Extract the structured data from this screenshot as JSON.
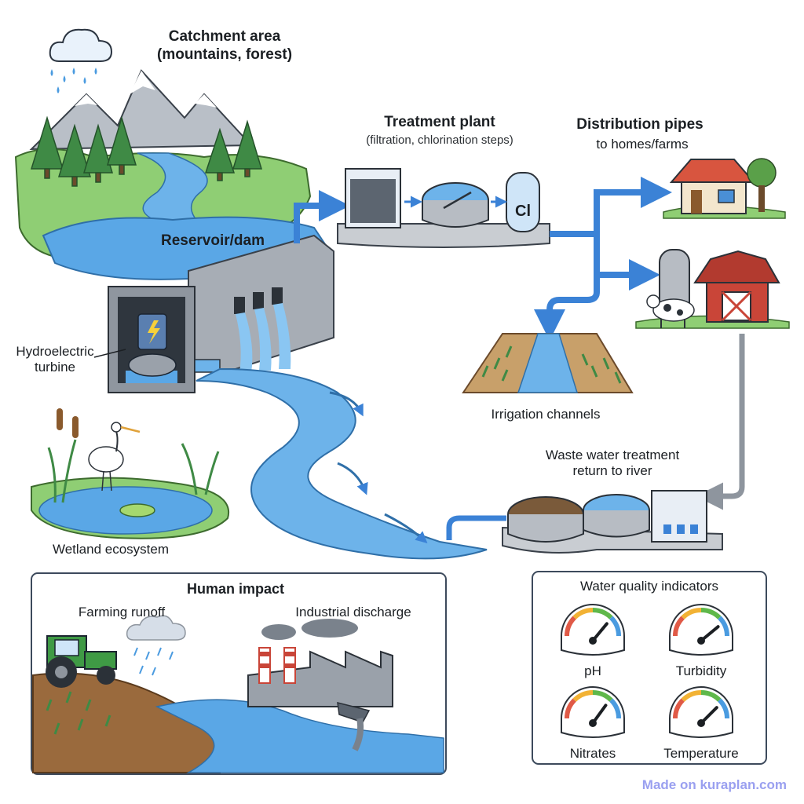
{
  "labels": {
    "catchment_line1": "Catchment area",
    "catchment_line2": "(mountains, forest)",
    "treatment_title": "Treatment plant",
    "treatment_sub": "(filtration, chlorination steps)",
    "chlorine_symbol": "Cl",
    "distribution_title": "Distribution pipes",
    "distribution_sub": "to homes/farms",
    "reservoir": "Reservoir/dam",
    "turbine_line1": "Hydroelectric",
    "turbine_line2": "turbine",
    "irrigation": "Irrigation channels",
    "waste_line1": "Waste water treatment",
    "waste_line2": "return to river",
    "wetland": "Wetland ecosystem"
  },
  "human_impact": {
    "title": "Human impact",
    "farming": "Farming runoff",
    "industrial": "Industrial discharge"
  },
  "water_quality": {
    "title": "Water quality indicators",
    "gauges": [
      {
        "label": "pH",
        "level": 0.72
      },
      {
        "label": "Turbidity",
        "level": 0.78
      },
      {
        "label": "Nitrates",
        "level": 0.7
      },
      {
        "label": "Temperature",
        "level": 0.75
      }
    ]
  },
  "colors": {
    "water": "#5aa7e6",
    "pipe": "#3b82d6",
    "grass": "#7cc36b",
    "barn": "#c94538"
  },
  "watermark": "Made on kuraplan.com"
}
